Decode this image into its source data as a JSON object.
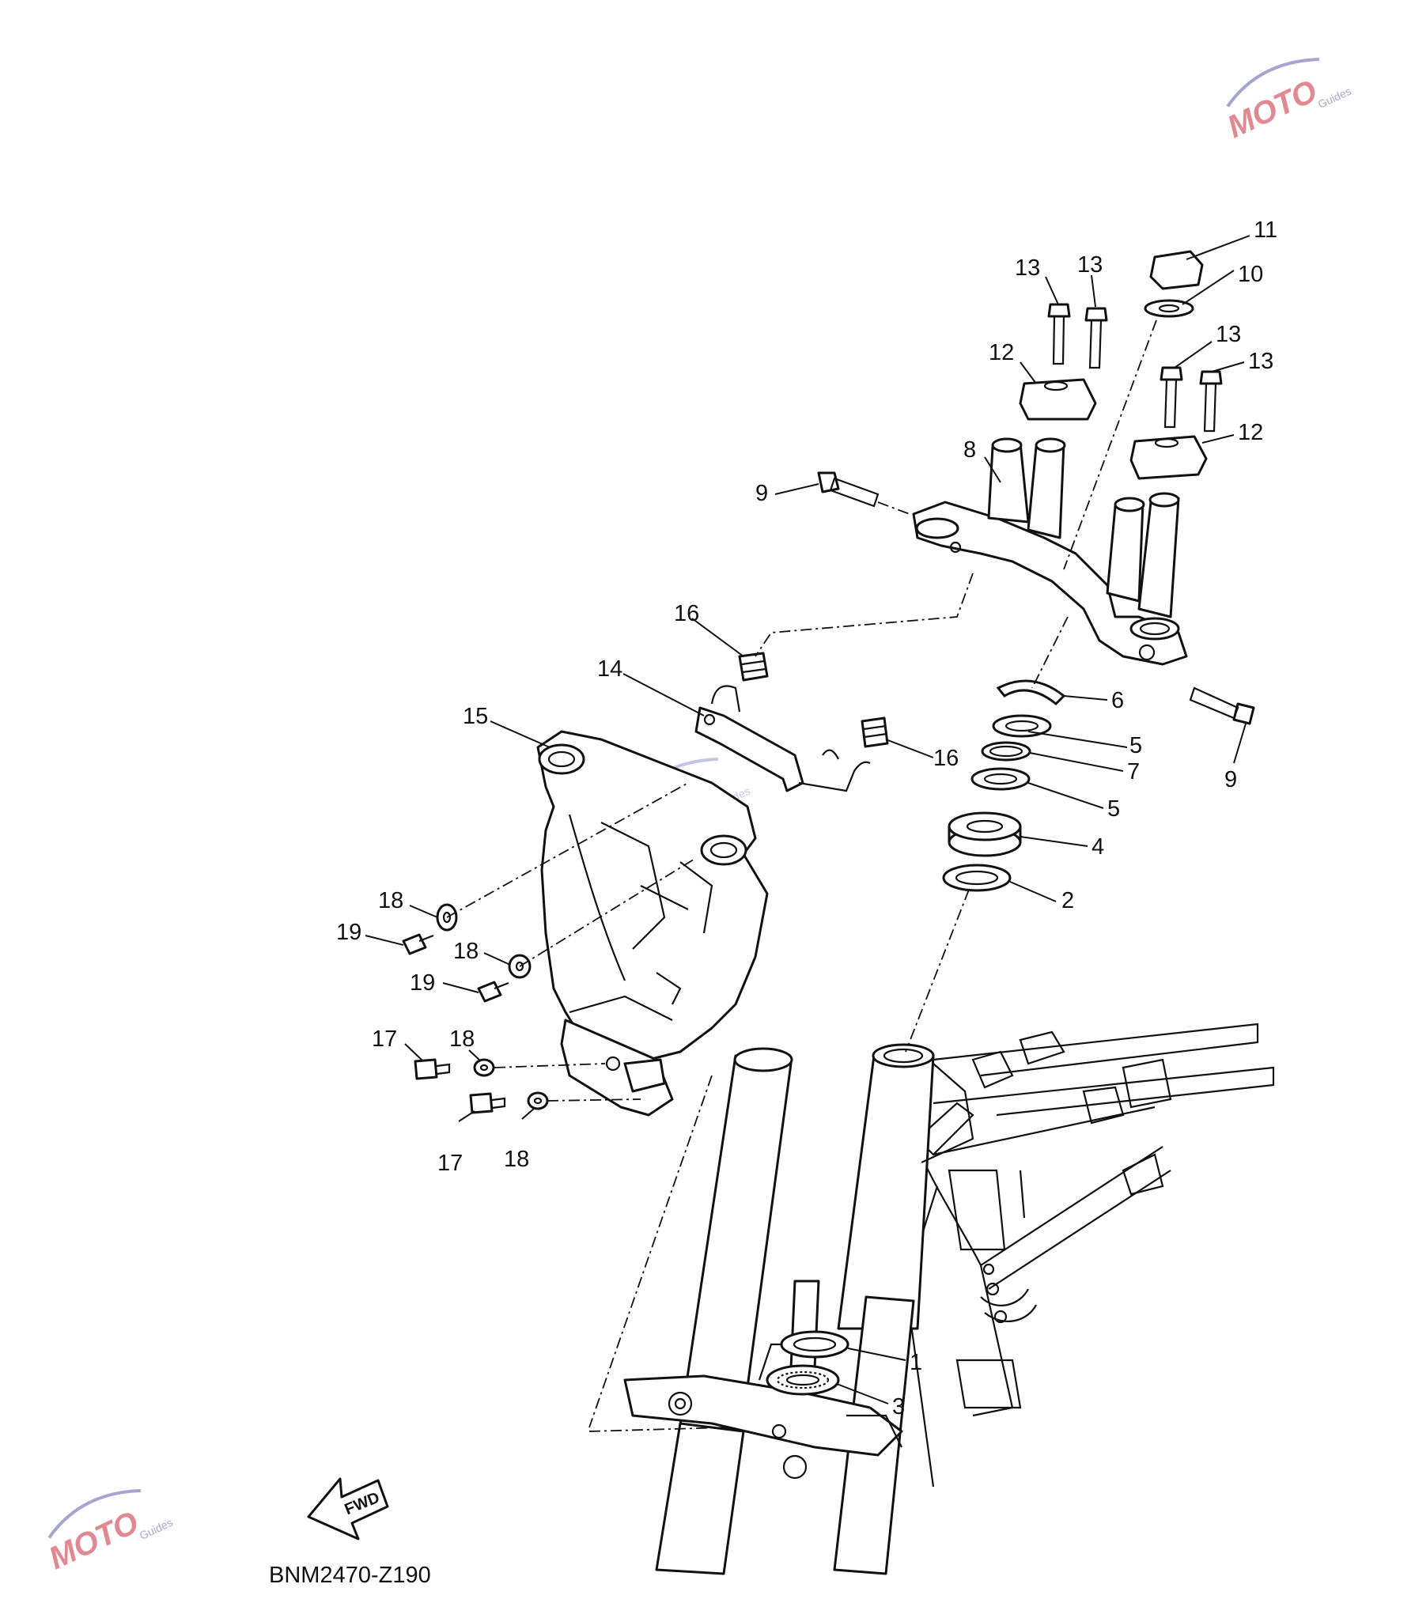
{
  "diagram": {
    "code": "BNM2470-Z190",
    "fwd_label": "FWD",
    "watermark": {
      "text": "MOTO",
      "sub": "Guides",
      "primary_color": "#c7293a",
      "secondary_color": "#5a5fa8"
    },
    "callouts": [
      {
        "id": "c11a",
        "label": "11"
      },
      {
        "id": "c10a",
        "label": "10"
      },
      {
        "id": "c13a",
        "label": "13"
      },
      {
        "id": "c13b",
        "label": "13"
      },
      {
        "id": "c13c",
        "label": "13"
      },
      {
        "id": "c13d",
        "label": "13"
      },
      {
        "id": "c12a",
        "label": "12"
      },
      {
        "id": "c12b",
        "label": "12"
      },
      {
        "id": "c8a",
        "label": "8"
      },
      {
        "id": "c9a",
        "label": "9"
      },
      {
        "id": "c9b",
        "label": "9"
      },
      {
        "id": "c16a",
        "label": "16"
      },
      {
        "id": "c16b",
        "label": "16"
      },
      {
        "id": "c14a",
        "label": "14"
      },
      {
        "id": "c15a",
        "label": "15"
      },
      {
        "id": "c6a",
        "label": "6"
      },
      {
        "id": "c5a",
        "label": "5"
      },
      {
        "id": "c7a",
        "label": "7"
      },
      {
        "id": "c5b",
        "label": "5"
      },
      {
        "id": "c4a",
        "label": "4"
      },
      {
        "id": "c2a",
        "label": "2"
      },
      {
        "id": "c18a",
        "label": "18"
      },
      {
        "id": "c19a",
        "label": "19"
      },
      {
        "id": "c18b",
        "label": "18"
      },
      {
        "id": "c19b",
        "label": "19"
      },
      {
        "id": "c17a",
        "label": "17"
      },
      {
        "id": "c18c",
        "label": "18"
      },
      {
        "id": "c17b",
        "label": "17"
      },
      {
        "id": "c18d",
        "label": "18"
      },
      {
        "id": "c1a",
        "label": "1"
      },
      {
        "id": "c3a",
        "label": "3"
      }
    ]
  }
}
